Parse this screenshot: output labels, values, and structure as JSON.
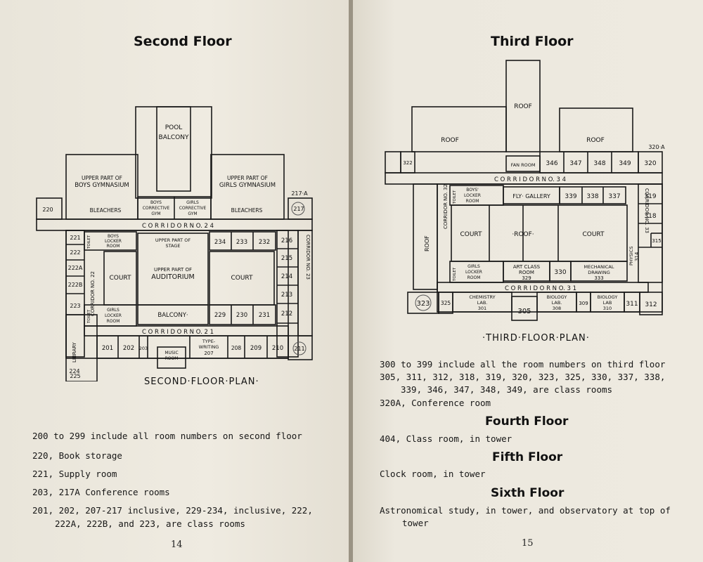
{
  "left": {
    "title": "Second Floor",
    "plan_title": "SECOND·FLOOR·PLAN·",
    "page_number": "14",
    "plan_labels": {
      "pool": "POOL",
      "balcony_top": "BALCONY",
      "boys_gym_1": "UPPER PART OF",
      "boys_gym_2": "BOYS GYMNASIUM",
      "girls_gym_1": "UPPER PART OF",
      "girls_gym_2": "GIRLS GYMNASIUM",
      "bleachers_l": "BLEACHERS",
      "bleachers_r": "BLEACHERS",
      "boys_corr_1": "BOYS",
      "boys_corr_2": "CORRECTIVE",
      "boys_corr_3": "GYM",
      "girls_corr_1": "GIRLS",
      "girls_corr_2": "CORRECTIVE",
      "girls_corr_3": "GYM",
      "corridor_24": "C O R R I D O R   N O. 2 4",
      "corridor_21": "C O R R I D O R   N O. 2 1",
      "corridor_22": "CORRIDOR NO. 22",
      "corridor_23": "CORRIDOR NO. 23",
      "boys_locker_1": "BOYS",
      "boys_locker_2": "LOCKER",
      "boys_locker_3": "ROOM",
      "girls_locker_1": "GIRLS",
      "girls_locker_2": "LOCKER",
      "girls_locker_3": "ROOM",
      "toilet_1": "TOILET",
      "toilet_2": "TOILET",
      "stage_1": "UPPER PART OF",
      "stage_2": "STAGE",
      "aud_1": "UPPER PART OF",
      "aud_2": "AUDITORIUM",
      "court_l": "COURT",
      "court_r": "COURT",
      "balcony": "BALCONY·",
      "library": "LIBRARY",
      "music_1": "MUSIC",
      "music_2": "ROOM",
      "typing_1": "TYPE-",
      "typing_2": "WRITING",
      "r217A": "217·A",
      "r220": "220",
      "r217": "217",
      "r221": "221",
      "r222": "222",
      "r222A": "222A",
      "r222B": "222B",
      "r223": "223",
      "r224": "224",
      "r225": "225",
      "r234": "234",
      "r233": "233",
      "r232": "232",
      "r216": "216",
      "r215": "215",
      "r214": "214",
      "r213": "213",
      "r212": "212",
      "r229": "229",
      "r230": "230",
      "r231": "231",
      "r201": "201",
      "r202": "202",
      "r203": "203",
      "r207": "207",
      "r208": "208",
      "r209": "209",
      "r210": "210",
      "r211": "211"
    },
    "lines": [
      "200 to 299 include all room numbers on second floor",
      "220, Book storage",
      "221, Supply room",
      "203, 217A Conference rooms",
      "201, 202, 207-217 inclusive, 229-234, inclusive, 222,",
      "222A, 222B, and 223, are class rooms"
    ]
  },
  "right": {
    "title": "Third Floor",
    "plan_title": "·THIRD·FLOOR·PLAN·",
    "page_number": "15",
    "plan_labels": {
      "roof_top": "ROOF",
      "roof_left": "ROOF",
      "roof_right": "ROOF",
      "roof_side": "ROOF",
      "roof_mid": "·ROOF·",
      "r320A": "320·A",
      "r322": "322",
      "fan_room": "FAN ROOM",
      "r346": "346",
      "r347": "347",
      "r348": "348",
      "r349": "349",
      "r320": "320",
      "corridor_34": "C O R R I D O R   N O. 3 4",
      "corridor_31": "C O R R I D O R   N O. 3 1",
      "corridor_32": "CORRIDOR NO. 32",
      "corridor_33": "CORRIDOR NO. 33",
      "boys_locker_1": "BOYS'",
      "boys_locker_2": "LOCKER",
      "boys_locker_3": "ROOM",
      "girls_locker_1": "GIRLS",
      "girls_locker_2": "LOCKER",
      "girls_locker_3": "ROOM",
      "toilet_1": "TOILET",
      "toilet_2": "TOILET",
      "fly_gallery": "FLY· GALLERY",
      "r339": "339",
      "r338": "338",
      "r337": "337",
      "r319": "319",
      "r318": "318",
      "r315": "315",
      "court_l": "COURT",
      "court_r": "COURT",
      "physics_1": "PHYSICS",
      "physics_2": "314",
      "art_1": "ART CLASS",
      "art_2": "ROOM",
      "art_3": "329",
      "r330": "330",
      "mech_1": "MECHANICAL",
      "mech_2": "DRAWING",
      "mech_3": "333",
      "r323": "323",
      "r325": "325",
      "chem_1": "CHEMISTRY",
      "chem_2": "LAB.",
      "chem_3": "301",
      "r305": "305",
      "bio1_1": "BIOLOGY",
      "bio1_2": "LAB.",
      "bio1_3": "308",
      "r309": "309",
      "bio2_1": "BIOLOGY",
      "bio2_2": "LAB",
      "bio2_3": "310",
      "r311": "311",
      "r312": "312"
    },
    "lines_top": [
      "300 to 399 include all the room numbers on third floor",
      "305, 311, 312, 318, 319, 320, 323, 325, 330, 337, 338,",
      "339, 346, 347, 348, 349, are class rooms",
      "320A, Conference room"
    ],
    "fourth_title": "Fourth Floor",
    "fourth_text": "404, Class room, in tower",
    "fifth_title": "Fifth Floor",
    "fifth_text": "Clock room, in tower",
    "sixth_title": "Sixth Floor",
    "sixth_lines": [
      "Astronomical study, in tower, and observatory at top of",
      "tower"
    ]
  }
}
